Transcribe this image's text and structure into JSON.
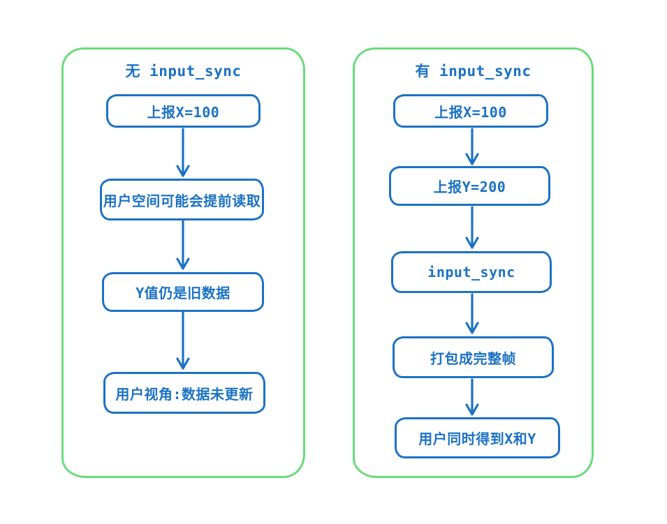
{
  "colors": {
    "stroke_blue": "#1b72c4",
    "panel_green": "#69db7c",
    "background": "#ffffff"
  },
  "panels": [
    {
      "id": "without-input-sync",
      "title": "无 input_sync",
      "boxes": [
        "上报X=100",
        "用户空间可能会提前读取",
        "Y值仍是旧数据",
        "用户视角:数据未更新"
      ]
    },
    {
      "id": "with-input-sync",
      "title": "有 input_sync",
      "boxes": [
        "上报X=100",
        "上报Y=200",
        "input_sync",
        "打包成完整帧",
        "用户同时得到X和Y"
      ]
    }
  ]
}
